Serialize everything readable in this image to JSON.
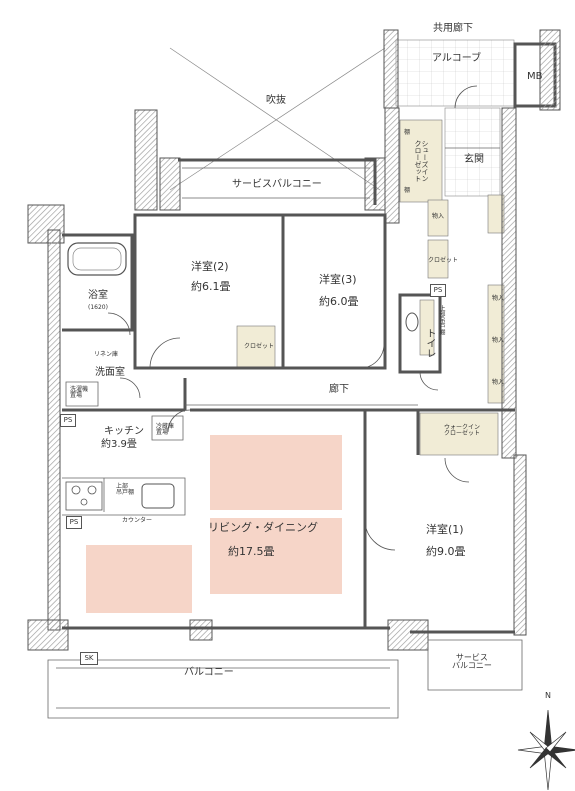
{
  "rooms": {
    "shared_corridor": "共用廊下",
    "alcove": "アルコーブ",
    "mb": "MB",
    "void": "吹抜",
    "shoes_closet": "シューズイン\nクローゼット",
    "shelf": "棚",
    "entrance": "玄関",
    "service_balcony_top": "サービスバルコニー",
    "western2_name": "洋室(2)",
    "western2_size": "約6.1畳",
    "western3_name": "洋室(3)",
    "western3_size": "約6.0畳",
    "bath_name": "浴室",
    "bath_size": "(1620)",
    "linen": "リネン庫",
    "washroom": "洗面室",
    "laundry": "洗濯機\n置場",
    "closet": "クロゼット",
    "storage": "物入",
    "ps": "PS",
    "toilet": "トイレ",
    "upper_cabinet_toilet": "上部吊戸棚",
    "corridor": "廊下",
    "kitchen_name": "キッチン",
    "kitchen_size": "約3.9畳",
    "fridge": "冷蔵庫\n置場",
    "upper_cabinet": "上部\n吊戸棚",
    "counter": "カウンター",
    "living_name": "リビング・ダイニング",
    "living_size": "約17.5畳",
    "walkin": "ウォークイン\nクローゼット",
    "western1_name": "洋室(1)",
    "western1_size": "約9.0畳",
    "sk": "SK",
    "balcony": "バルコニー",
    "service_balcony_bottom": "サービス\nバルコニー",
    "north": "N"
  },
  "colors": {
    "wall": "#555555",
    "hatch": "#9a9a9a",
    "floor_highlight": "#f6d5c8",
    "closet_fill": "#f1ecd6",
    "line": "#666666"
  }
}
